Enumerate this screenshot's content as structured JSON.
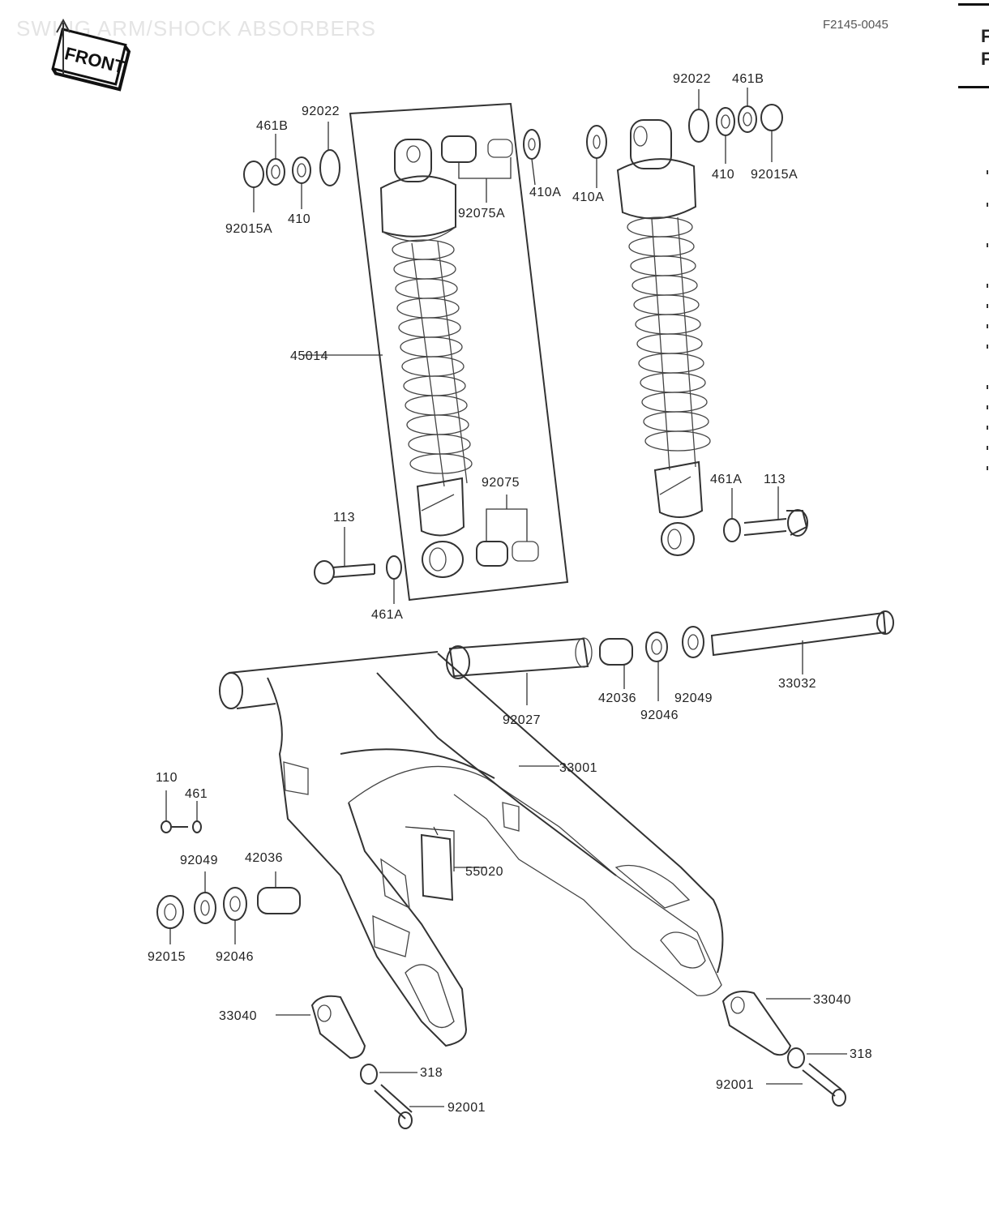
{
  "header": {
    "title": "SWING ARM/SHOCK ABSORBERS",
    "ref_code": "F2145-0045",
    "front_label": "FRONT",
    "side_letters": [
      "F",
      "F"
    ]
  },
  "labels": {
    "p92022_l": "92022",
    "p461b_l": "461B",
    "p92015a_l": "92015A",
    "p410_l": "410",
    "p92075a": "92075A",
    "p410a_a": "410A",
    "p410a_b": "410A",
    "p92022_r": "92022",
    "p461b_r": "461B",
    "p410_r": "410",
    "p92015a_r": "92015A",
    "p45014": "45014",
    "p92075": "92075",
    "p113_l": "113",
    "p461a_l": "461A",
    "p461a_r": "461A",
    "p113_r": "113",
    "p42036_a": "42036",
    "p92046_a": "92046",
    "p92049_a": "92049",
    "p33032": "33032",
    "p92027": "92027",
    "p33001": "33001",
    "p110": "110",
    "p461": "461",
    "p92049_b": "92049",
    "p42036_b": "42036",
    "p55020": "55020",
    "p92015": "92015",
    "p92046_b": "92046",
    "p33040_l": "33040",
    "p318_l": "318",
    "p92001_l": "92001",
    "p33040_r": "33040",
    "p318_r": "318",
    "p92001_r": "92001"
  }
}
